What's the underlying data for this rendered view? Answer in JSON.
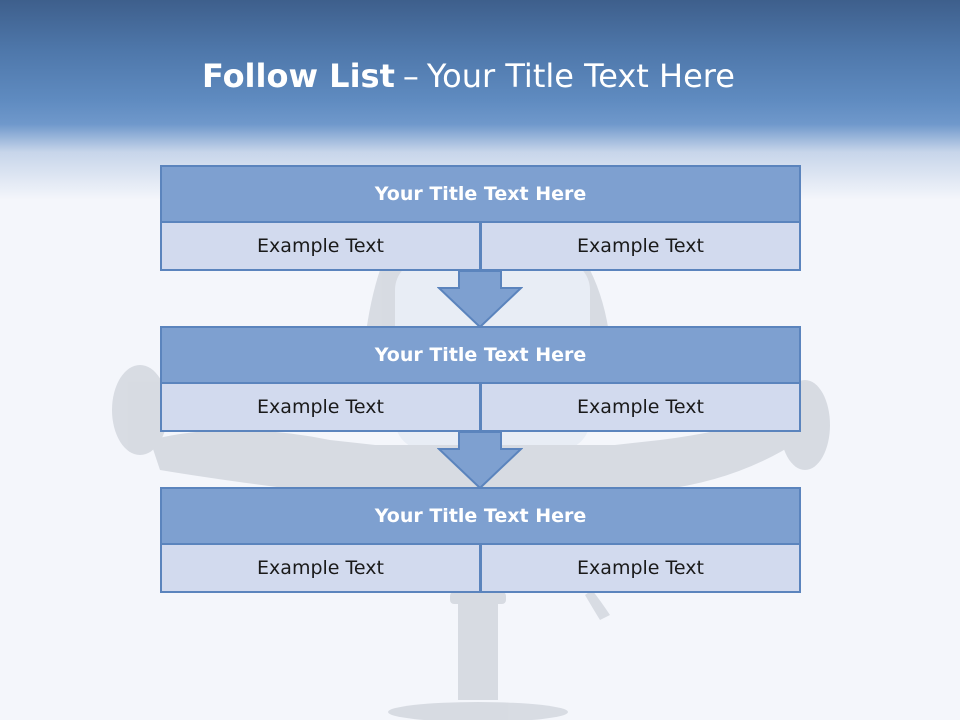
{
  "slide": {
    "title_bold": "Follow List",
    "title_separator": "–",
    "title_rest": "Your Title Text Here",
    "accent_color": "#7ea0d0",
    "border_color": "#5b84bd",
    "cell_color": "#d2daee",
    "blocks": [
      {
        "heading": "Your Title Text Here",
        "left_text": "Example Text",
        "right_text": "Example Text"
      },
      {
        "heading": "Your Title Text Here",
        "left_text": "Example Text",
        "right_text": "Example Text"
      },
      {
        "heading": "Your Title Text Here",
        "left_text": "Example Text",
        "right_text": "Example Text"
      }
    ],
    "arrows": [
      "down-arrow-icon",
      "down-arrow-icon"
    ],
    "background_image": "person-relaxing-in-office-chair"
  }
}
